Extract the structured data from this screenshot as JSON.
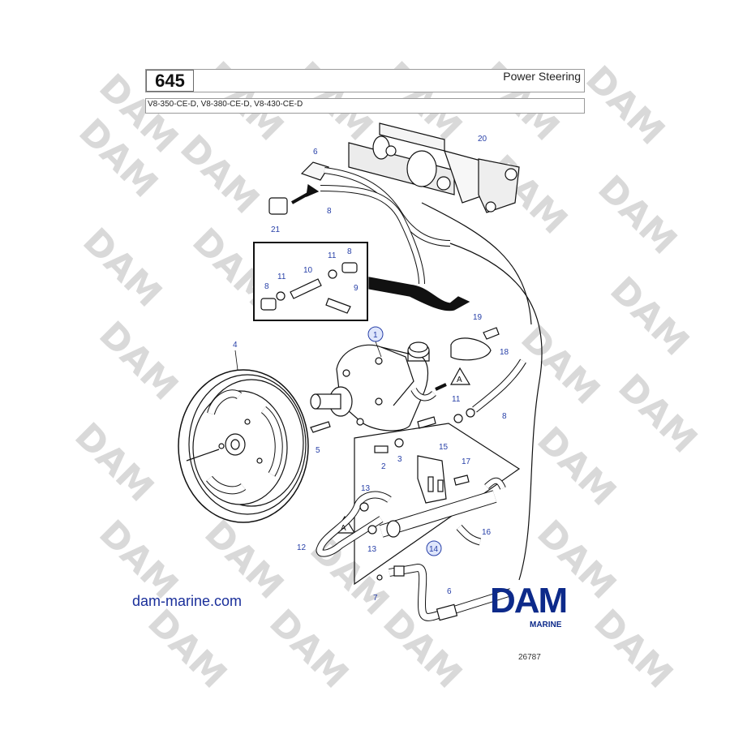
{
  "header": {
    "page_number": "645",
    "title": "Power Steering",
    "models": "V8-350-CE-D, V8-380-CE-D, V8-430-CE-D"
  },
  "footer": {
    "website": "dam-marine.com",
    "brand": "DAM",
    "brand_sub": "MARINE",
    "drawing_number": "26787"
  },
  "watermark": "DAM",
  "callouts": {
    "c1": "1",
    "c2": "2",
    "c3": "3",
    "c4": "4",
    "c5": "5",
    "c6a": "6",
    "c6b": "6",
    "c7": "7",
    "c8a": "8",
    "c8b": "8",
    "c8c": "8",
    "c8d": "8",
    "c9": "9",
    "c10": "10",
    "c11a": "11",
    "c11b": "11",
    "c11c": "11",
    "c12": "12",
    "c13a": "13",
    "c13b": "13",
    "c14": "14",
    "c15": "15",
    "c16": "16",
    "c17": "17",
    "c18": "18",
    "c19": "19",
    "c20": "20",
    "c21": "21",
    "markA1": "A",
    "markA2": "A"
  },
  "colors": {
    "callout": "#2840a8",
    "brand": "#0d2a8a",
    "watermark": "#d9d9d9"
  }
}
